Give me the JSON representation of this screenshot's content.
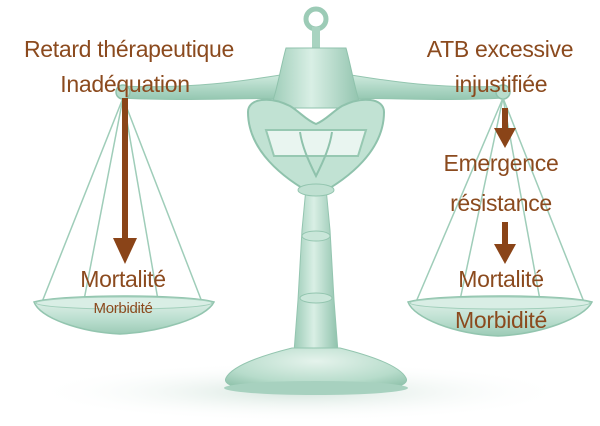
{
  "left_pan": {
    "cause_line1": "Retard thérapeutique",
    "cause_line2": "Inadéquation",
    "outcome_main": "Mortalité",
    "outcome_secondary": "Morbidité"
  },
  "right_pan": {
    "cause_line1": "ATB excessive",
    "cause_line2": "injustifiée",
    "step_line1": "Emergence",
    "step_line2": "résistance",
    "outcome_main": "Mortalité",
    "outcome_secondary": "Morbidité"
  },
  "colors": {
    "text": "#8b4a1e",
    "arrow": "#8a4418",
    "scale_light": "#cfe9dc",
    "scale_mid": "#a9d4c1",
    "scale_dark": "#86bda6"
  }
}
